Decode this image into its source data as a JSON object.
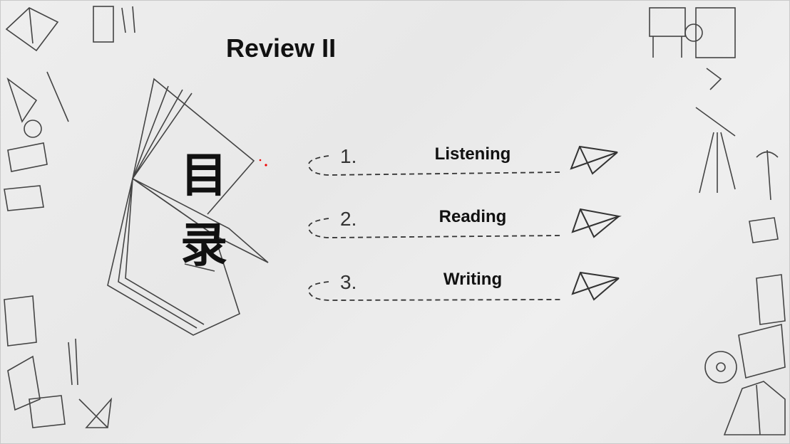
{
  "slide": {
    "title": "Review II",
    "toc_heading": [
      "目",
      "录"
    ],
    "items": [
      {
        "number": "1.",
        "label": "Listening"
      },
      {
        "number": "2.",
        "label": "Reading"
      },
      {
        "number": "3.",
        "label": "Writing"
      }
    ]
  }
}
